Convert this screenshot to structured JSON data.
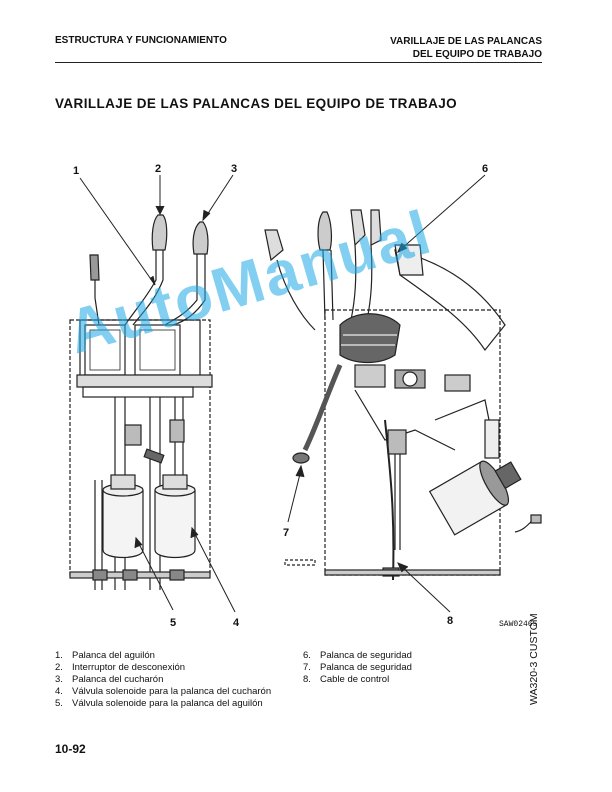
{
  "header": {
    "section": "ESTRUCTURA Y FUNCIONAMIENTO",
    "topic_line1": "VARILLAJE DE LAS PALANCAS",
    "topic_line2": "DEL EQUIPO DE TRABAJO"
  },
  "title": "VARILLAJE DE LAS PALANCAS DEL EQUIPO DE TRABAJO",
  "figure": {
    "callouts": [
      "1",
      "2",
      "3",
      "4",
      "5",
      "6",
      "7",
      "8"
    ],
    "code": "SAW02465"
  },
  "legend": {
    "left": [
      {
        "num": "1.",
        "text": "Palanca del aguilón"
      },
      {
        "num": "2.",
        "text": "Interruptor de desconexión"
      },
      {
        "num": "3.",
        "text": "Palanca del cucharón"
      },
      {
        "num": "4.",
        "text": "Válvula solenoide para la palanca del cucharón"
      },
      {
        "num": "5.",
        "text": "Válvula solenoide para la palanca del aguilón"
      }
    ],
    "right": [
      {
        "num": "6.",
        "text": "Palanca de seguridad"
      },
      {
        "num": "7.",
        "text": "Palanca de seguridad"
      },
      {
        "num": "8.",
        "text": "Cable de control"
      }
    ]
  },
  "side_label": "WA320-3 CUSTOM",
  "page_number": "10-92",
  "watermark": "AutoManual"
}
